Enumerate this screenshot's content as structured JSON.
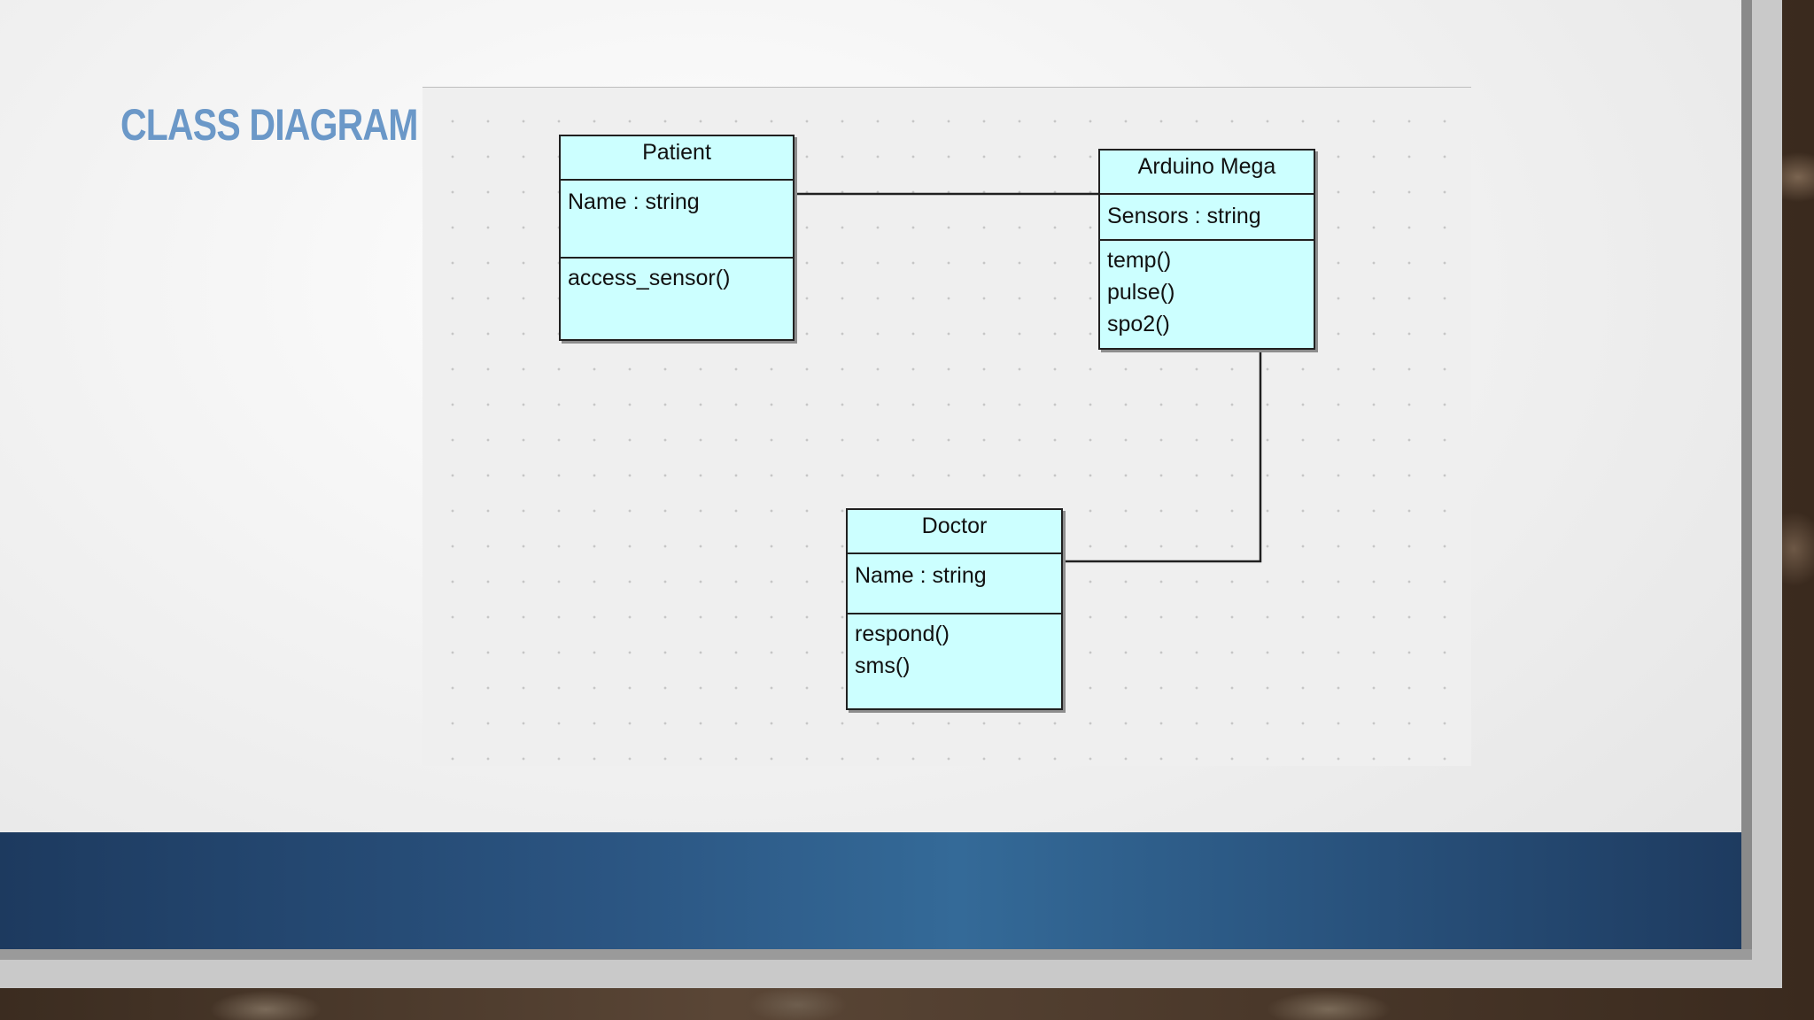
{
  "slide": {
    "title": "CLASS DIAGRAM"
  },
  "diagram": {
    "classes": [
      {
        "name": "Patient",
        "attributes": [
          "Name : string"
        ],
        "operations": [
          "access_sensor()"
        ]
      },
      {
        "name": "Arduino Mega",
        "attributes": [
          "Sensors : string"
        ],
        "operations": [
          "temp()",
          "pulse()",
          "spo2()"
        ]
      },
      {
        "name": "Doctor",
        "attributes": [
          "Name : string"
        ],
        "operations": [
          "respond()",
          "sms()"
        ]
      }
    ],
    "associations": [
      {
        "from": "Patient",
        "to": "Arduino Mega"
      },
      {
        "from": "Arduino Mega",
        "to": "Doctor"
      }
    ]
  },
  "colors": {
    "title": "#6b98c8",
    "class_fill": "#ccffff",
    "band": "#2b5582"
  }
}
